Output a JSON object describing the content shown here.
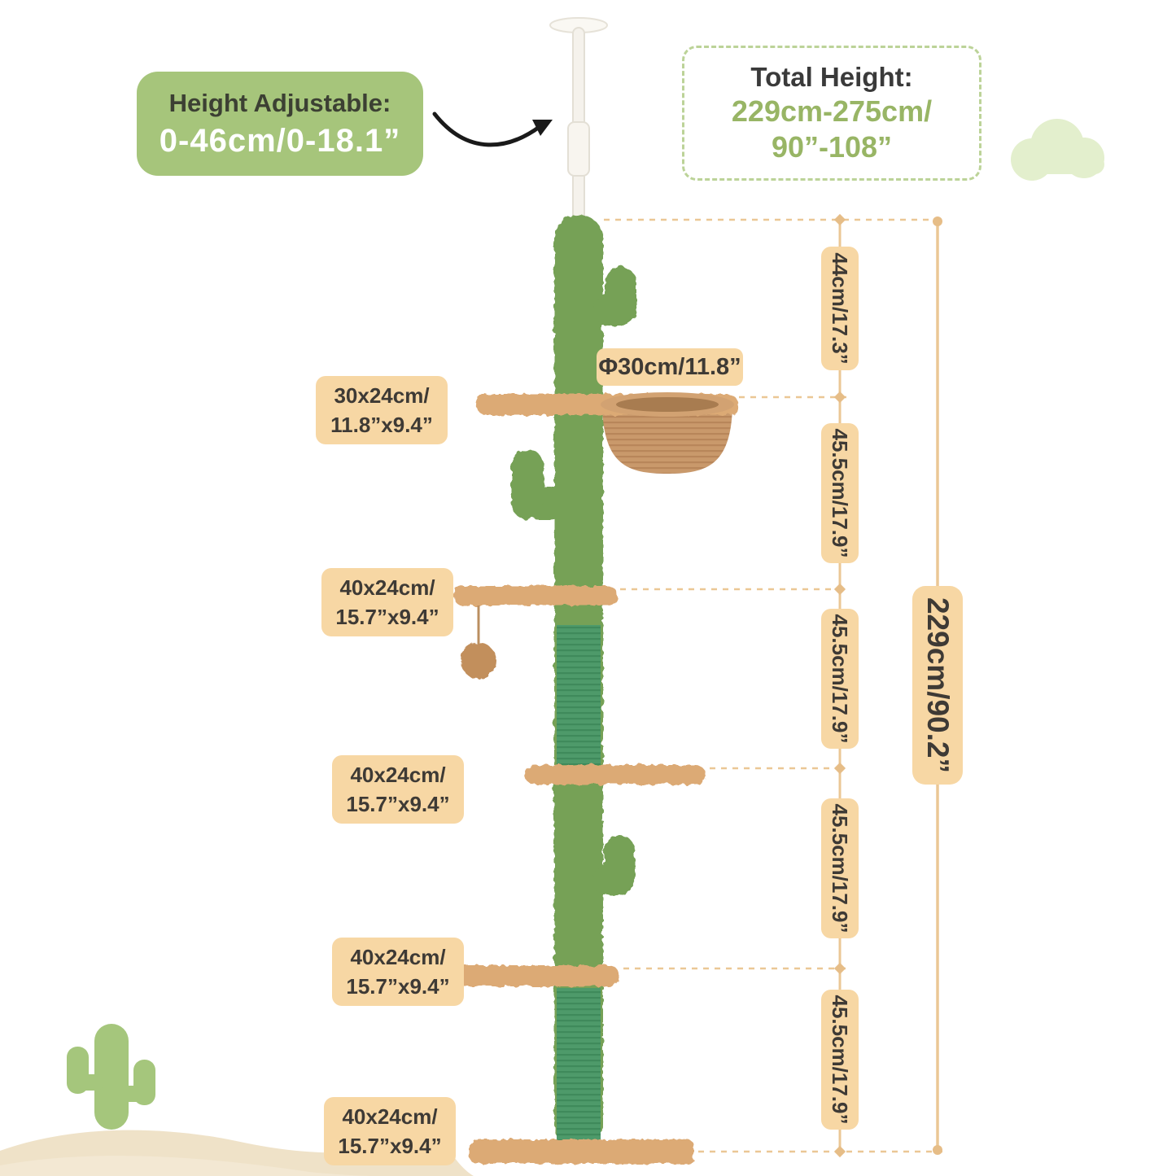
{
  "badge_height_adjustable": {
    "title": "Height Adjustable:",
    "value": "0-46cm/0-18.1”"
  },
  "total_height_box": {
    "title": "Total Height:",
    "range_line1": "229cm-275cm/",
    "range_line2": "90”-108”"
  },
  "hammock_label": {
    "text": "Φ30cm/11.8”"
  },
  "platform_labels": [
    {
      "line1": "30x24cm/",
      "line2": "11.8”x9.4”"
    },
    {
      "line1": "40x24cm/",
      "line2": "15.7”x9.4”"
    },
    {
      "line1": "40x24cm/",
      "line2": "15.7”x9.4”"
    },
    {
      "line1": "40x24cm/",
      "line2": "15.7”x9.4”"
    },
    {
      "line1": "40x24cm/",
      "line2": "15.7”x9.4”"
    }
  ],
  "segment_labels": [
    "44cm/17.3”",
    "45.5cm/17.9”",
    "45.5cm/17.9”",
    "45.5cm/17.9”",
    "45.5cm/17.9”"
  ],
  "total_label": "229cm/90.2”",
  "colors": {
    "badge_green": "#a6c57b",
    "label_tan": "#f7d7a4",
    "accent_green_text": "#98b565",
    "measure_line": "#ebc795",
    "cactus_green": "#76a156",
    "sisal_green": "#4e9a6a",
    "platform_tan": "#dcaa75",
    "cloud_green": "#e3efcd",
    "hill_beige": "#efe2c8"
  }
}
